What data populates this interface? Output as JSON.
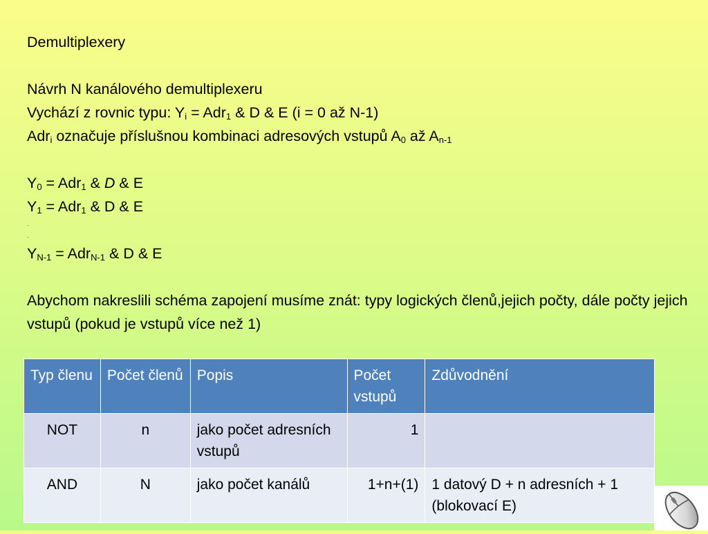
{
  "heading": "Demultiplexery",
  "subheading": "Návrh N kanálového demultiplexeru",
  "line_vychazi": {
    "a": "Vychází z rovnic typu: Y",
    "sub1": "i",
    "b": " =  Adr",
    "sub2": "1",
    "c": " & D & E (i = 0 až N-1)"
  },
  "line_adr": {
    "a": "Adr",
    "sub1": "i",
    "b": " označuje příslušnou kombinaci adresových vstupů A",
    "sub2": "0",
    "c": " až A",
    "sub3": "n-1"
  },
  "eq0": {
    "a": "Y",
    "sub1": "0",
    "b": " = Adr",
    "sub2": "1",
    "c": " & ",
    "d": "D",
    "e": " & E"
  },
  "eq1": {
    "a": "Y",
    "sub1": "1",
    "b": " =  Adr",
    "sub2": "1",
    "c": " & D & E"
  },
  "dot": ".",
  "eqN": {
    "a": "Y",
    "sub1": "N-1",
    "b": " = Adr",
    "sub2": "N-1",
    "c": " & D & E"
  },
  "paragraph": "Abychom nakreslili schéma zapojení musíme znát: typy logických členů,jejich počty, dále počty jejich vstupů (pokud je vstupů více než 1)",
  "table": {
    "headers": [
      "Typ členu",
      "Počet členů",
      "Popis",
      "Počet vstupů",
      "Zdůvodnění"
    ],
    "rows": [
      [
        "NOT",
        "n",
        "jako počet adresních vstupů",
        "1",
        ""
      ],
      [
        "AND",
        "N",
        "jako počet kanálů",
        "1+n+(1)",
        "1 datový D + n adresních + 1 (blokovací E)"
      ]
    ]
  },
  "colors": {
    "header": "#4f81bd",
    "row_odd": "#d3d9ea",
    "row_even": "#e9edf6",
    "bg_top": "#fbfd8a",
    "bg_bottom": "#b8f98a"
  },
  "icons": {
    "corner": "computer-mouse-icon"
  }
}
